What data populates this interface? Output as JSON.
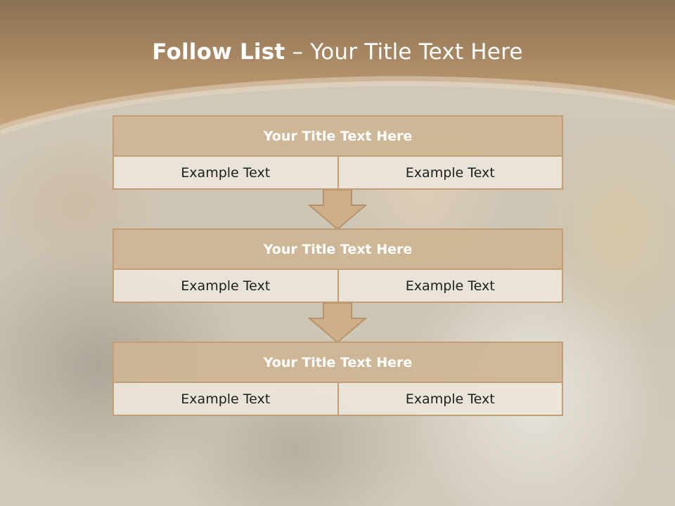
{
  "slide": {
    "title_bold": "Follow List",
    "title_rest": " – Your Title Text Here"
  },
  "blocks": [
    {
      "title": "Your Title Text Here",
      "left": "Example Text",
      "right": "Example Text"
    },
    {
      "title": "Your Title Text Here",
      "left": "Example Text",
      "right": "Example Text"
    },
    {
      "title": "Your Title Text Here",
      "left": "Example Text",
      "right": "Example Text"
    }
  ],
  "colors": {
    "header_brown": "#a8865e",
    "block_header": "#ceb594",
    "block_border": "#c19e76",
    "cell_bg": "#ece5dc"
  },
  "icons": {
    "connector": "down-arrow-icon"
  }
}
